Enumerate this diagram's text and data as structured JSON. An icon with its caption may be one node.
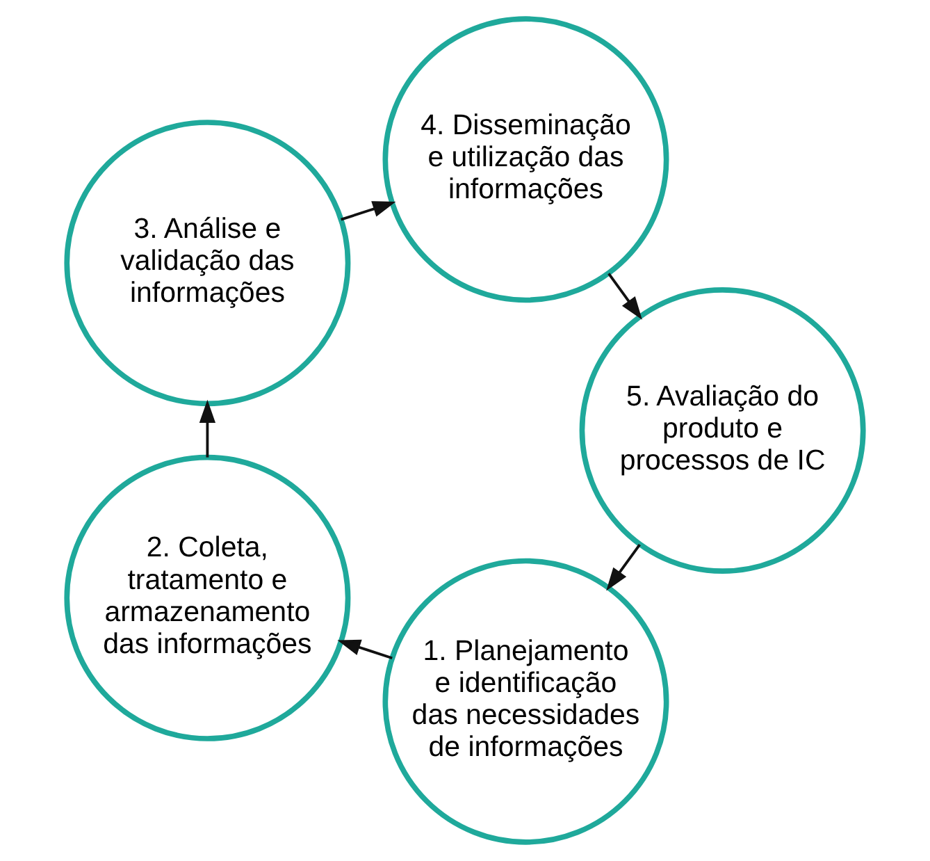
{
  "diagram": {
    "nodes": [
      {
        "text": [
          "1. Planejamento e identificação das necessidades de informações"
        ]
      },
      {
        "text": [
          "2. Coleta, tratamento e armazenamento das informações"
        ]
      },
      {
        "text": [
          "3. Análise e validação das informações"
        ]
      },
      {
        "text": [
          "4. Disseminação e utilização das informações"
        ]
      },
      {
        "text": [
          "5. Avaliação do produto e processos de IC"
        ]
      }
    ],
    "edges": [
      {
        "from": 0,
        "to": 1,
        "arrow": "to"
      },
      {
        "from": 1,
        "to": 2,
        "arrow": "to"
      },
      {
        "from": 2,
        "to": 3,
        "arrow": "to"
      },
      {
        "from": 3,
        "to": 4,
        "arrow": "to"
      },
      {
        "from": 4,
        "to": 0,
        "arrow": "to"
      }
    ]
  }
}
